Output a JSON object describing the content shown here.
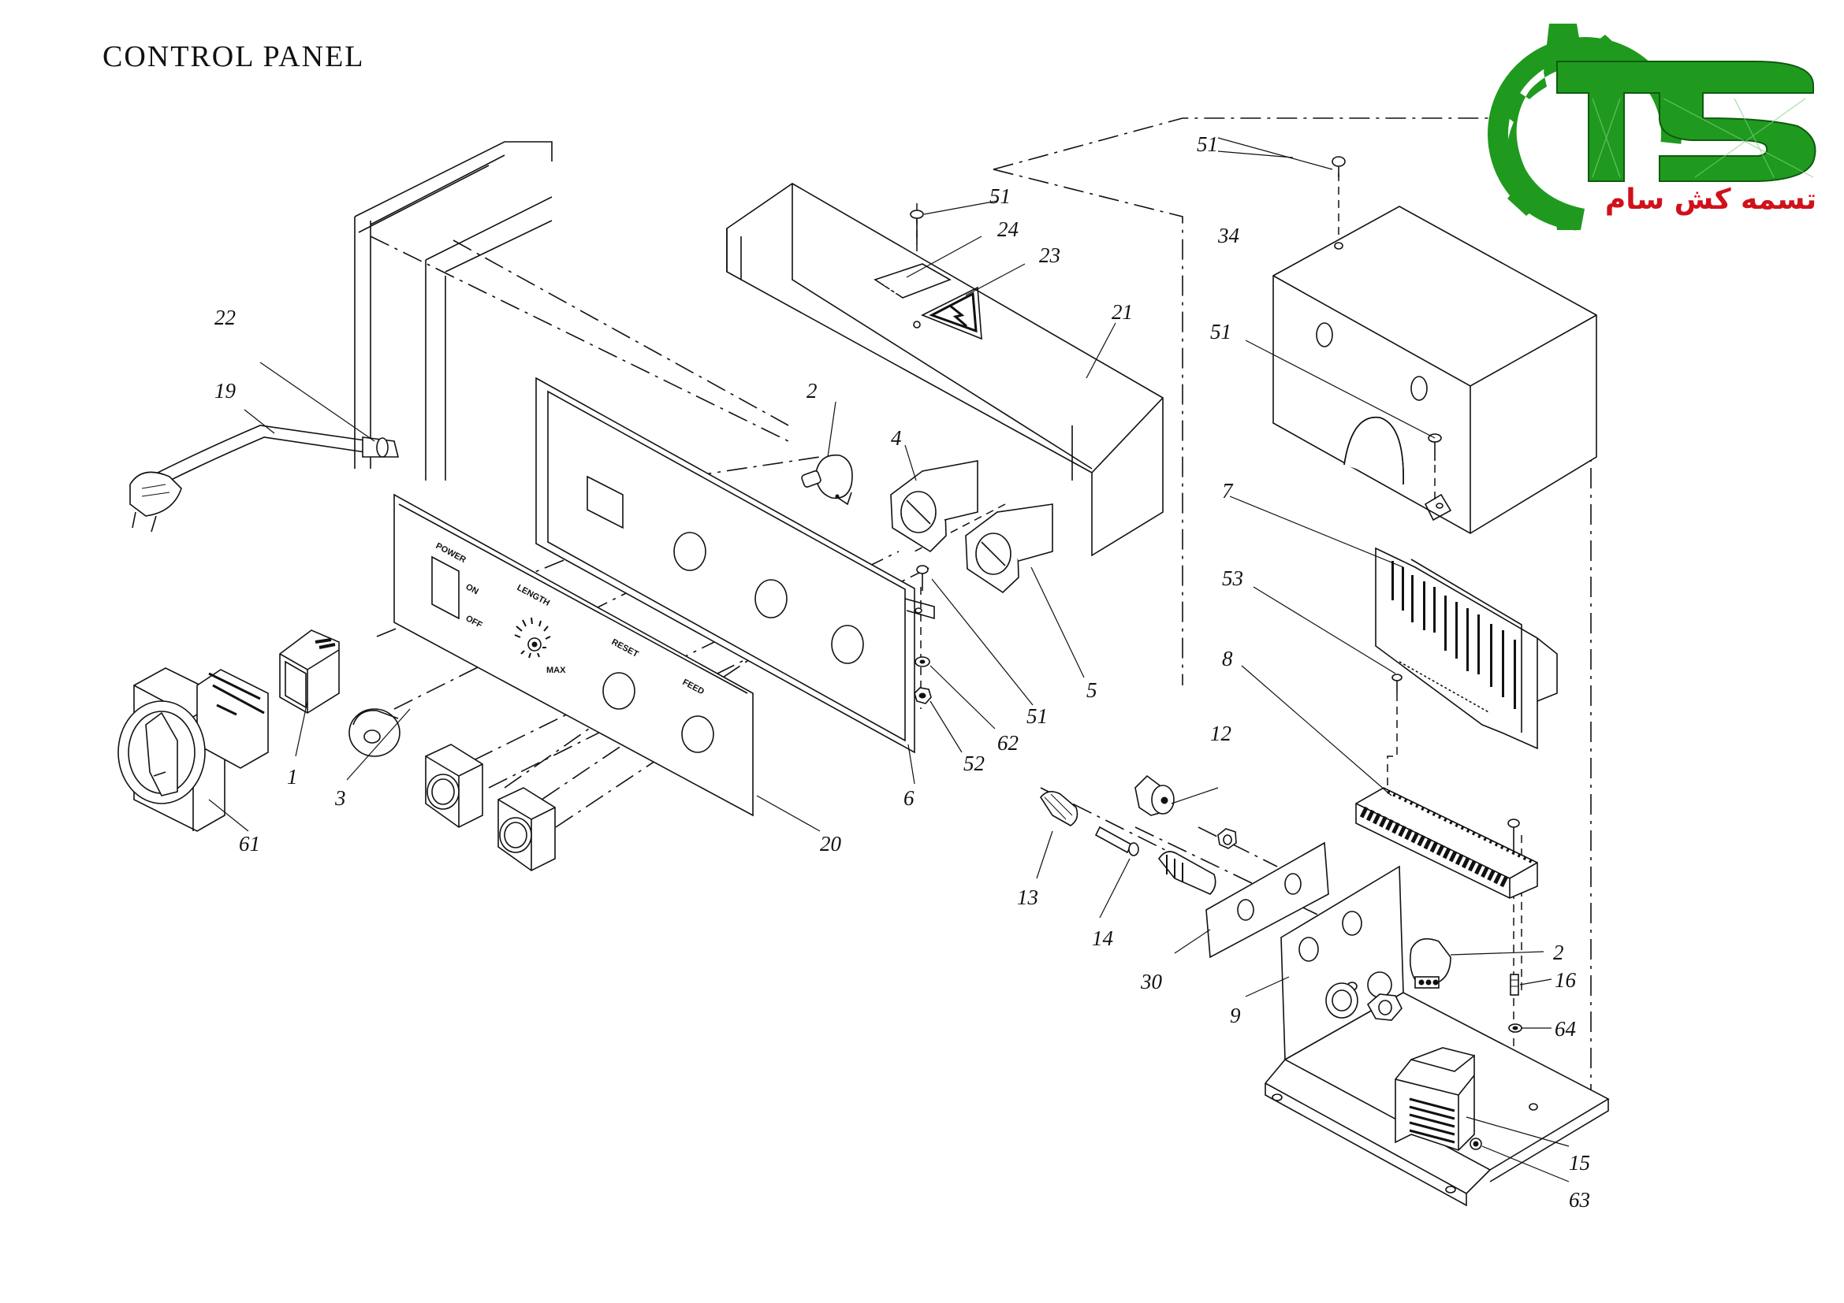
{
  "title": "CONTROL PANEL",
  "logo": {
    "text_fa": "تسمه کش سام",
    "initials": "TS",
    "colors": {
      "green": "#1f9a1f",
      "red": "#d0111b"
    }
  },
  "panel_markings": {
    "power": "POWER",
    "on": "ON",
    "off": "OFF",
    "length": "LENGTH",
    "reset": "RESET",
    "feed": "FEED",
    "max": "MAX"
  },
  "callouts": {
    "c1": "1",
    "c2a": "2",
    "c2b": "2",
    "c3": "3",
    "c4": "4",
    "c5": "5",
    "c6": "6",
    "c7": "7",
    "c8": "8",
    "c9": "9",
    "c12": "12",
    "c13": "13",
    "c14": "14",
    "c15": "15",
    "c16": "16",
    "c19": "19",
    "c20": "20",
    "c21": "21",
    "c22": "22",
    "c23": "23",
    "c24": "24",
    "c30": "30",
    "c34": "34",
    "c51a": "51",
    "c51b": "51",
    "c51c": "51",
    "c51d": "51",
    "c52": "52",
    "c53": "53",
    "c61": "61",
    "c62": "62",
    "c63": "63",
    "c64": "64"
  }
}
